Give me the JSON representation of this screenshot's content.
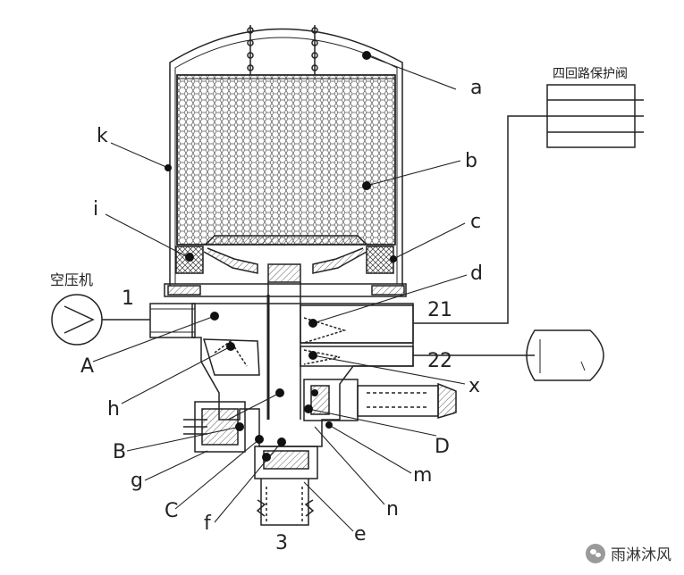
{
  "letters": {
    "a": "a",
    "b": "b",
    "c": "c",
    "d": "d",
    "x": "x",
    "k": "k",
    "i": "i",
    "A": "A",
    "h": "h",
    "B": "B",
    "g": "g",
    "C": "C",
    "f": "f",
    "e": "e",
    "n": "n",
    "m": "m",
    "D": "D"
  },
  "ports": {
    "p1": "1",
    "p21": "21",
    "p22": "22",
    "p3": "3"
  },
  "compressor_label": "空压机",
  "protection_valve_label": "四回路保护阀",
  "watermark": "雨淋沐风"
}
